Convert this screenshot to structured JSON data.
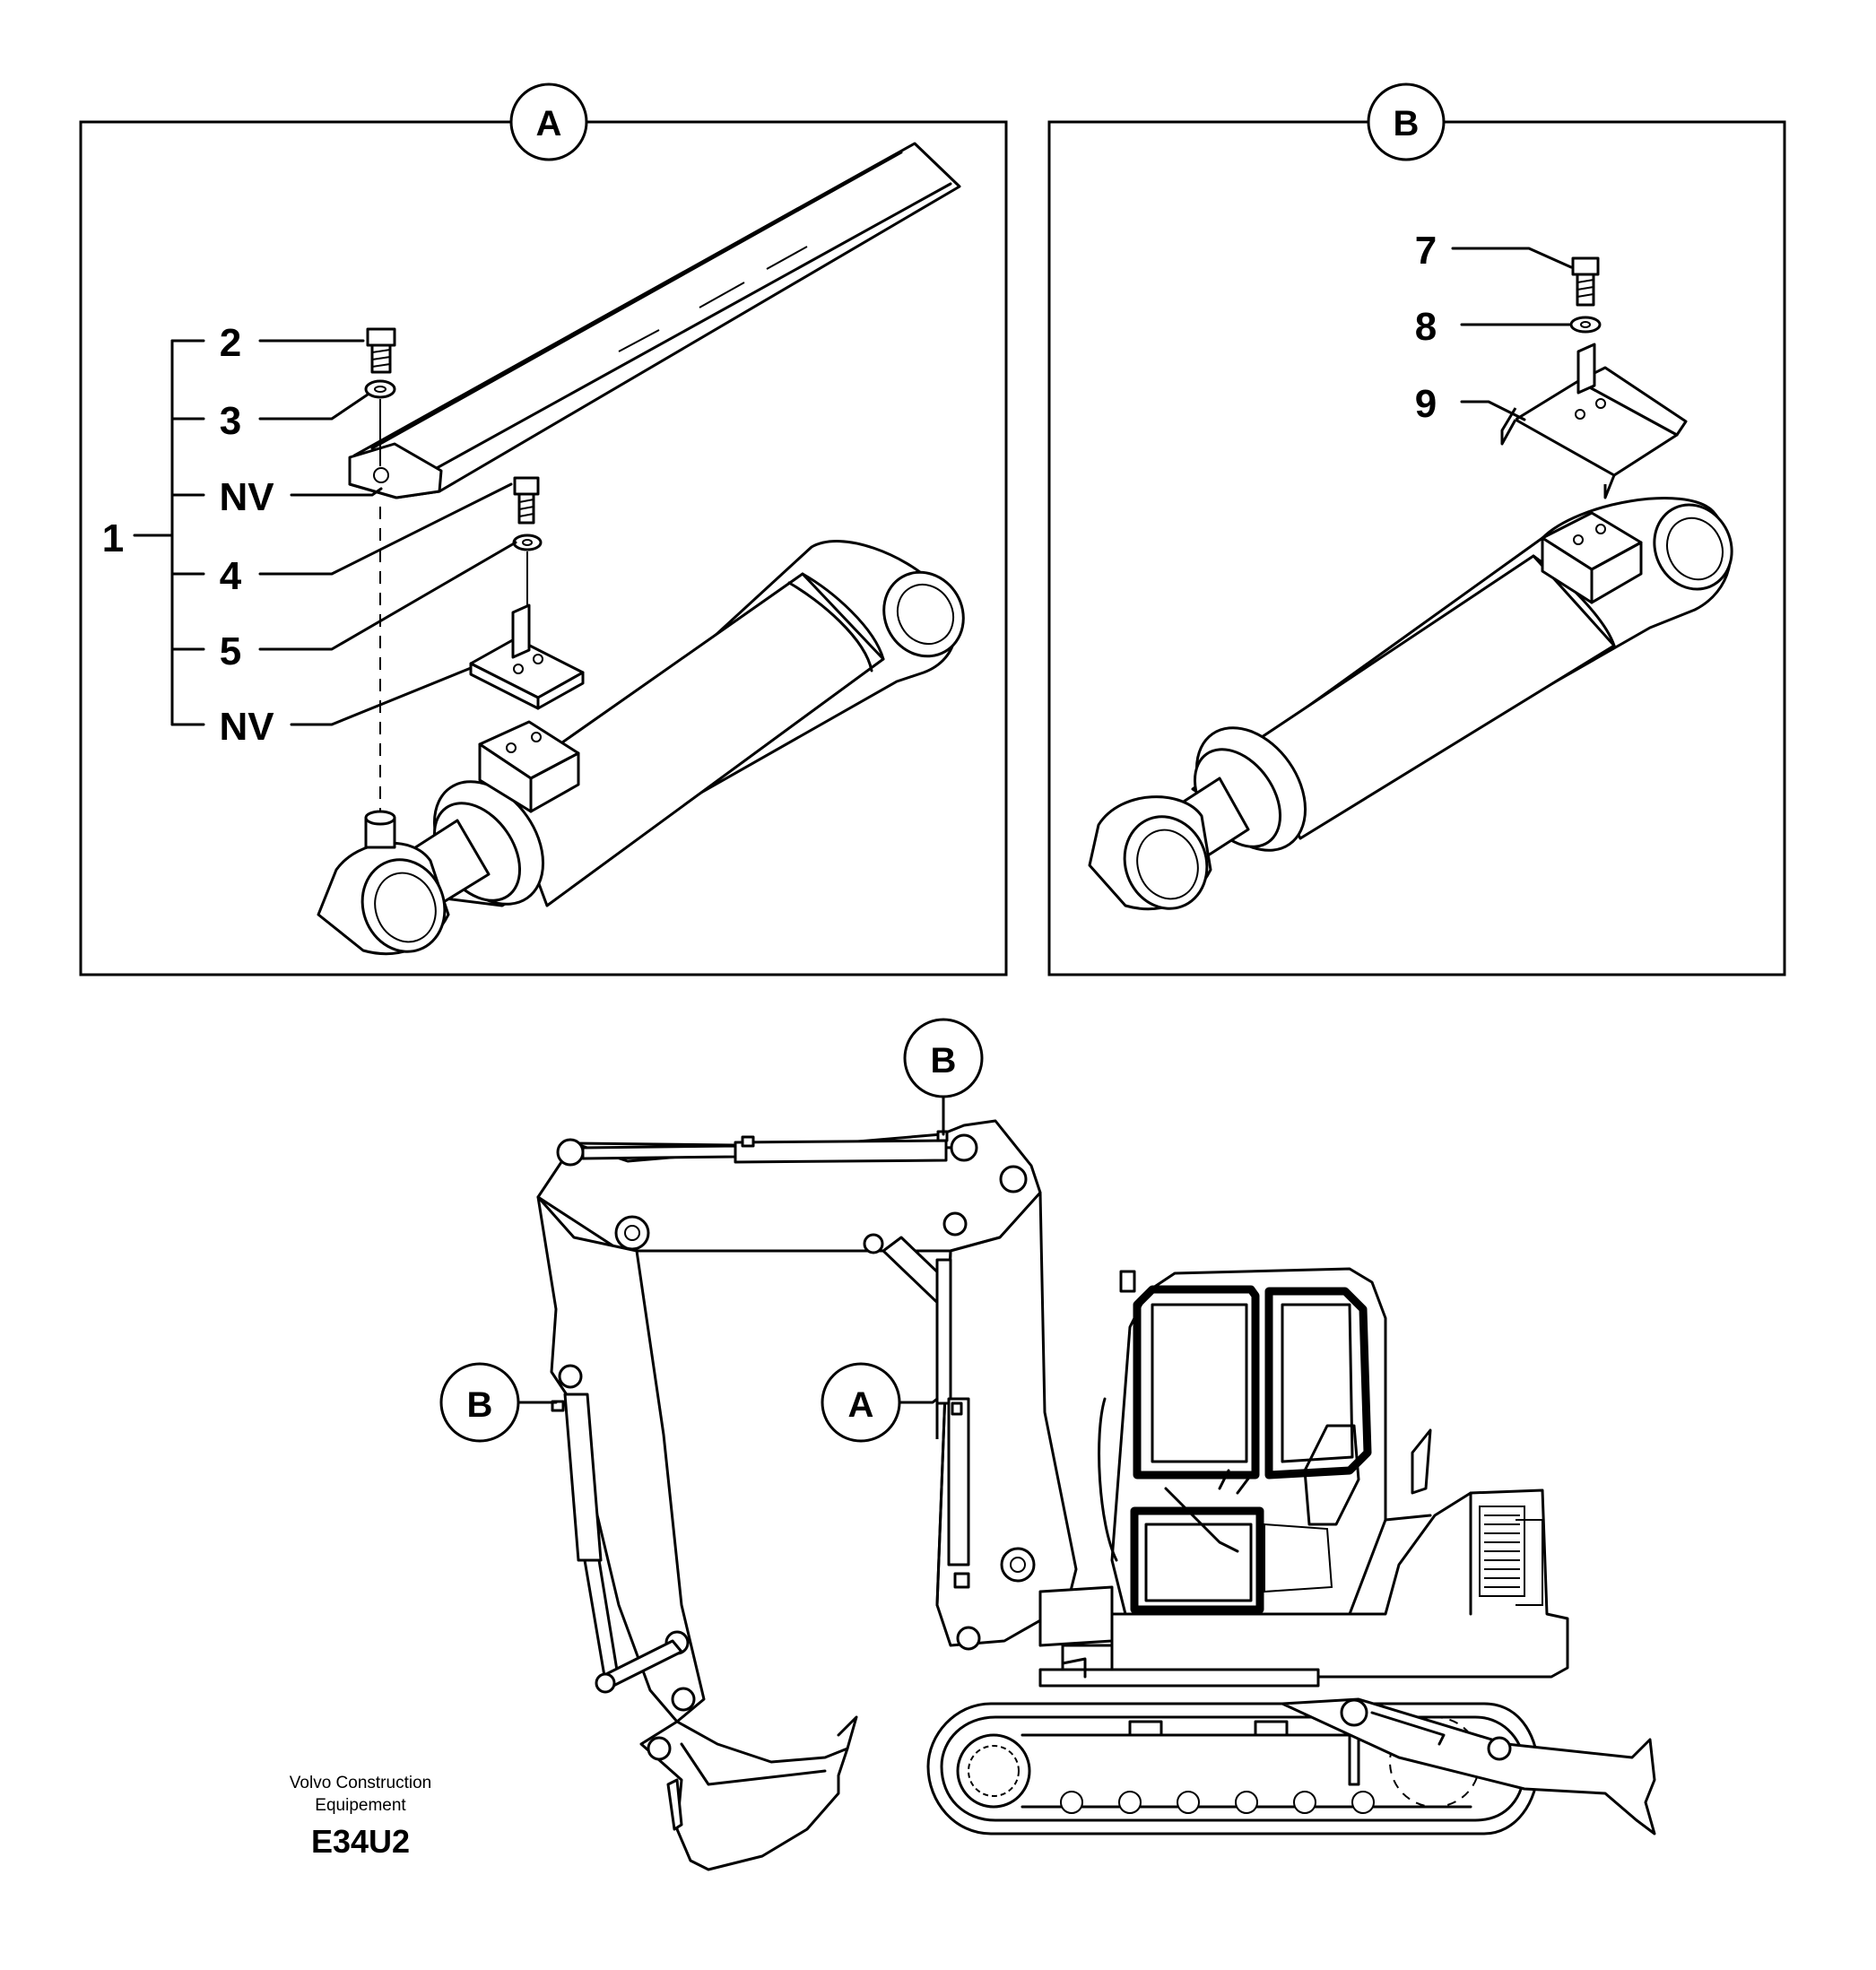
{
  "panels": {
    "a": {
      "view_label": "A",
      "callouts": {
        "group": "1",
        "c2": "2",
        "c3": "3",
        "nv_upper": "NV",
        "c4": "4",
        "c5": "5",
        "nv_lower": "NV"
      }
    },
    "b": {
      "view_label": "B",
      "callouts": {
        "c7": "7",
        "c8": "8",
        "c9": "9"
      }
    }
  },
  "overview": {
    "marker_b_top": "B",
    "marker_b_left": "B",
    "marker_a": "A"
  },
  "footer": {
    "company_line1": "Volvo Construction",
    "company_line2": "Equipement",
    "drawing_code": "E34U2"
  }
}
